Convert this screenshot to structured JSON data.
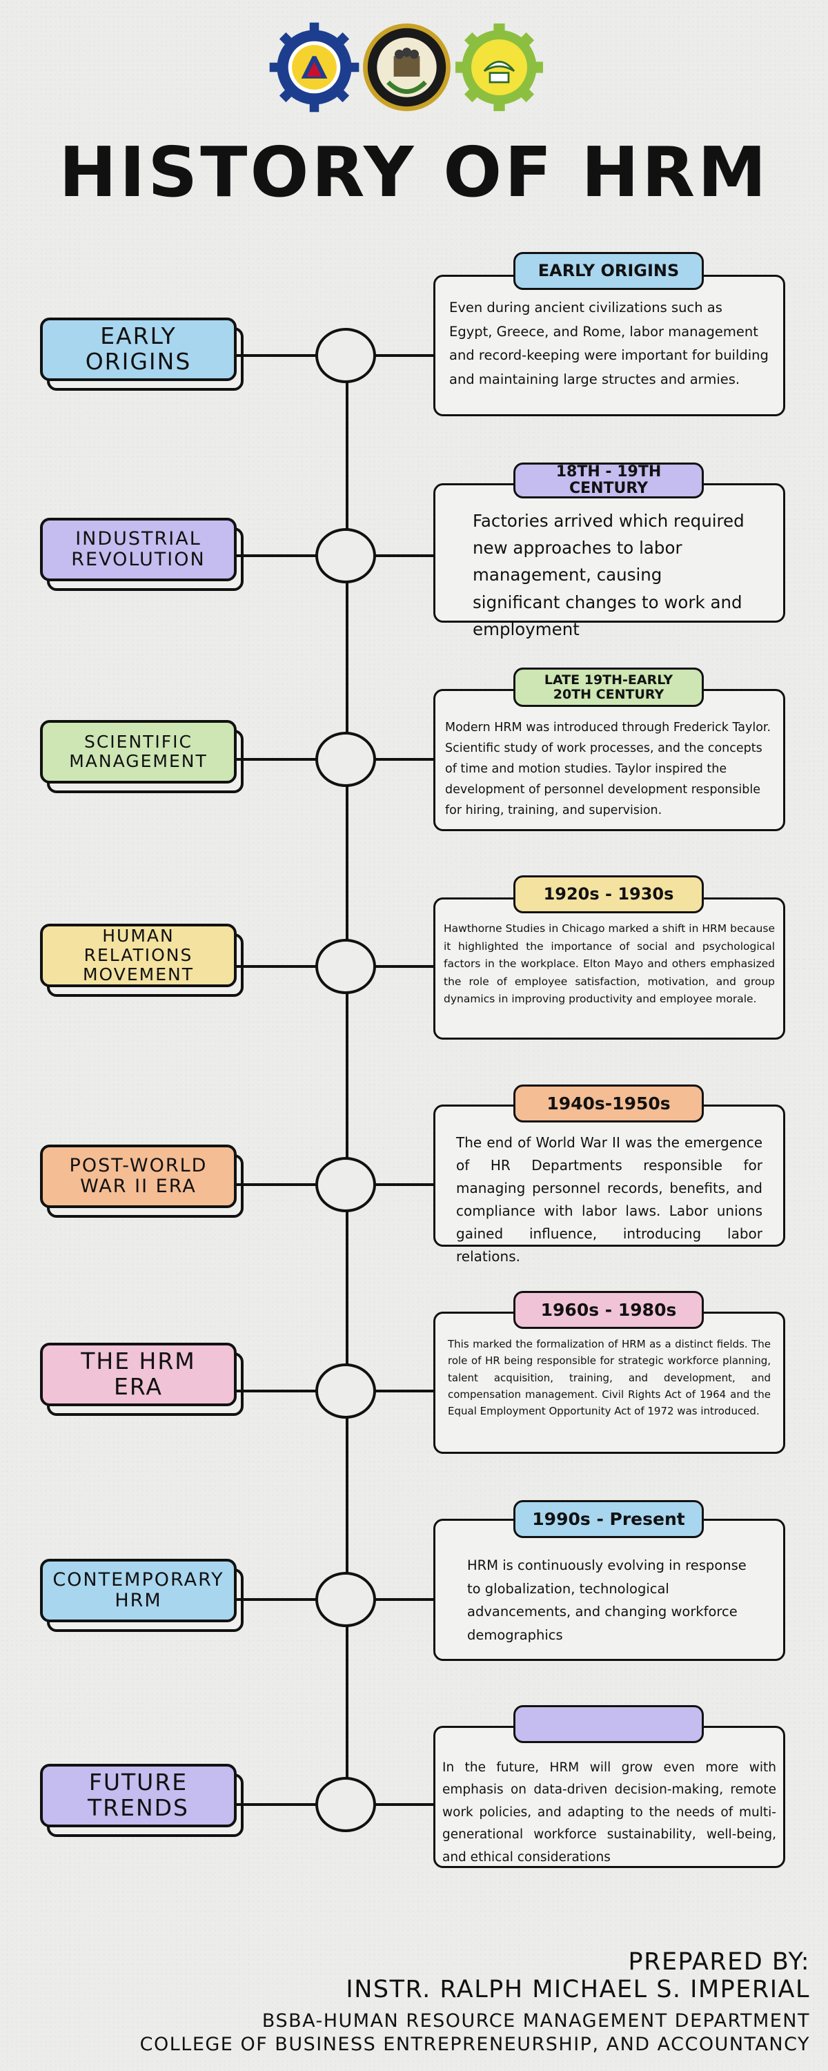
{
  "title": "HISTORY OF HRM",
  "logos": [
    {
      "name": "university-seal-logo",
      "text": "UNIVERSITY SEAL"
    },
    {
      "name": "college-seal-logo",
      "text": "COLLEGE SEAL"
    },
    {
      "name": "department-gear-logo",
      "text": "DEPARTMENT"
    }
  ],
  "colors": {
    "blue": "#a8d6ef",
    "purple": "#c5bcef",
    "green": "#cde6b4",
    "yellow": "#f3e2a0",
    "orange": "#f4bd94",
    "pink": "#f1c3d7",
    "outline": "#111111",
    "background": "#ececea"
  },
  "timeline": [
    {
      "era": "EARLY\nORIGINS",
      "period": "EARLY ORIGINS",
      "description": "Even during ancient civilizations such as Egypt, Greece, and Rome, labor management and record-keeping were important for building and maintaining large structes and armies."
    },
    {
      "era": "INDUSTRIAL\nREVOLUTION",
      "period": "18TH - 19TH CENTURY",
      "description": "Factories arrived which required new approaches to labor management, causing significant changes to work and employment"
    },
    {
      "era": "SCIENTIFIC\nMANAGEMENT",
      "period": "LATE 19TH-EARLY\n20TH CENTURY",
      "description": "Modern HRM was introduced through Frederick Taylor. Scientific study of work processes, and the concepts of time and motion studies. Taylor inspired the development of personnel development responsible for hiring, training, and supervision."
    },
    {
      "era": "HUMAN\nRELATIONS\nMOVEMENT",
      "period": "1920s - 1930s",
      "description": "Hawthorne Studies in Chicago marked a shift in HRM because it highlighted the importance of social and psychological factors in the workplace. Elton Mayo and others emphasized the role of employee satisfaction, motivation, and group dynamics in improving productivity and employee morale."
    },
    {
      "era": "POST-WORLD\nWAR II ERA",
      "period": "1940s-1950s",
      "description": "The end of World War II was the emergence of HR Departments responsible for managing personnel records, benefits, and compliance with labor laws. Labor unions gained influence, introducing labor relations."
    },
    {
      "era": "THE HRM\nERA",
      "period": "1960s - 1980s",
      "description": "This marked the formalization of HRM as a distinct fields. The role of HR being responsible for strategic workforce planning, talent acquisition, training, and development, and compensation management. Civil Rights Act of 1964 and the Equal Employment Opportunity Act of 1972 was introduced."
    },
    {
      "era": "CONTEMPORARY\nHRM",
      "period": "1990s - Present",
      "description": "HRM is continuously evolving in response to globalization, technological advancements, and changing workforce demographics"
    },
    {
      "era": "FUTURE\nTRENDS",
      "period": "",
      "description": "In the future, HRM will grow even more with emphasis on data-driven decision-making, remote work policies, and adapting to the needs of multi-generational workforce sustainability, well-being, and ethical considerations"
    }
  ],
  "footer": {
    "prepared_by": "PREPARED BY:",
    "name": "INSTR. RALPH MICHAEL S. IMPERIAL",
    "department": "BSBA-HUMAN RESOURCE MANAGEMENT DEPARTMENT",
    "college": "COLLEGE OF BUSINESS ENTREPRENEURSHIP, AND ACCOUNTANCY"
  }
}
